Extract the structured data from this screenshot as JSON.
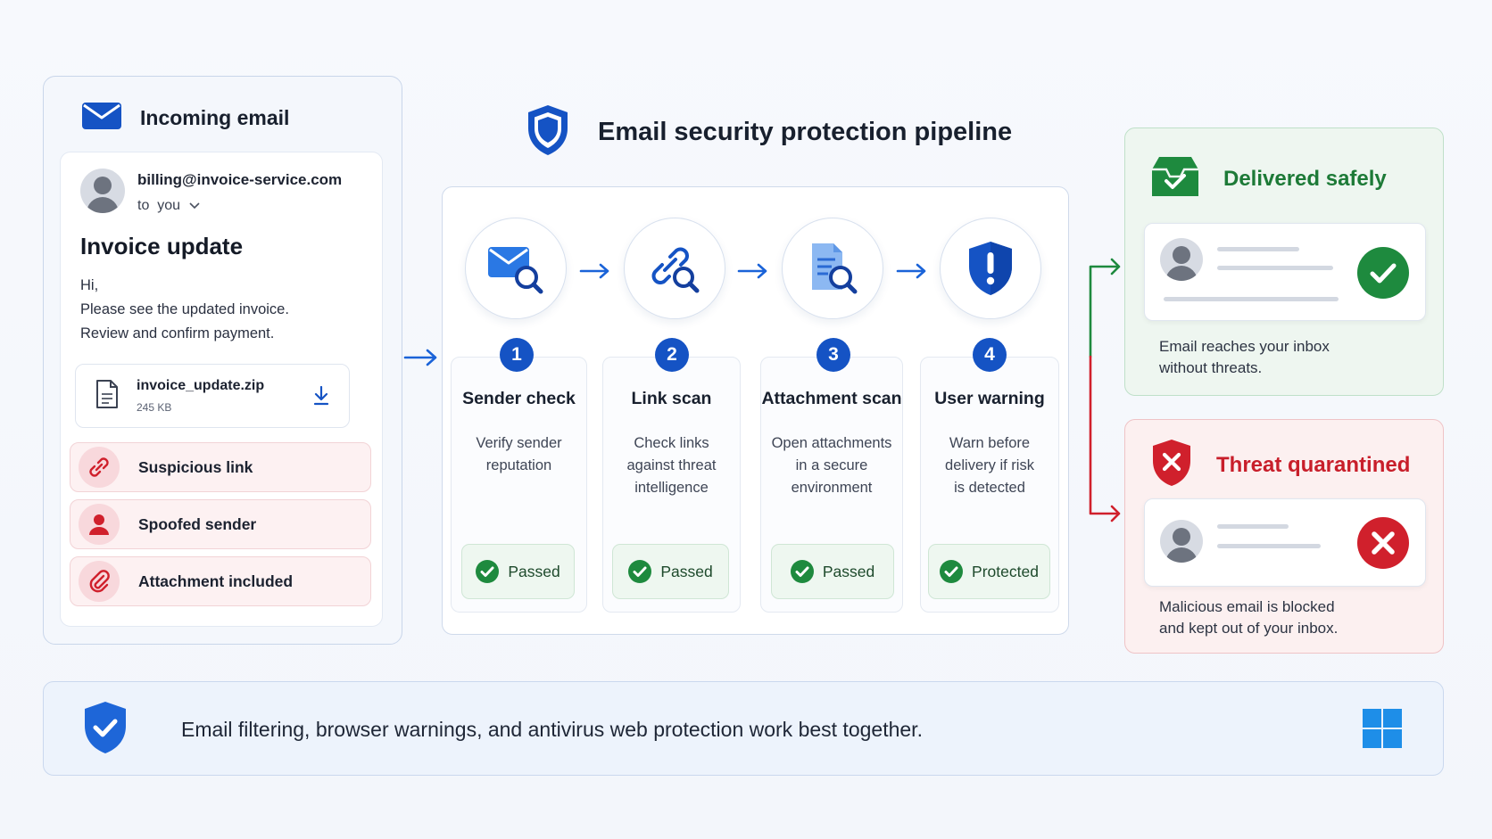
{
  "email": {
    "header": "Incoming email",
    "sender": "billing@invoice-service.com",
    "recipient": "to  you",
    "subject": "Invoice update",
    "body": [
      "Hi,",
      "Please see the updated invoice.",
      "Review and confirm payment."
    ],
    "attachment": {
      "name": "invoice_update.zip",
      "size": "245 KB"
    },
    "warnings": [
      {
        "label": "Suspicious link",
        "icon": "broken-link-icon"
      },
      {
        "label": "Spoofed sender",
        "icon": "person-icon"
      },
      {
        "label": "Attachment included",
        "icon": "paperclip-icon"
      }
    ]
  },
  "pipeline": {
    "title": "Email security protection pipeline",
    "steps": [
      {
        "number": "1",
        "title": "Sender check",
        "desc": [
          "Verify sender",
          "reputation"
        ],
        "status": "Passed",
        "icon": "mail-search-icon"
      },
      {
        "number": "2",
        "title": "Link scan",
        "desc": [
          "Check links",
          "against threat",
          "intelligence"
        ],
        "status": "Passed",
        "icon": "link-search-icon"
      },
      {
        "number": "3",
        "title": "Attachment scan",
        "desc": [
          "Open attachments",
          "in a secure",
          "environment"
        ],
        "status": "Passed",
        "icon": "document-search-icon"
      },
      {
        "number": "4",
        "title": "User warning",
        "desc": [
          "Warn before",
          "delivery if risk",
          "is detected"
        ],
        "status": "Protected",
        "icon": "shield-alert-icon"
      }
    ]
  },
  "outcomes": {
    "safe": {
      "title": "Delivered safely",
      "desc": [
        "Email reaches your inbox",
        "without threats."
      ]
    },
    "threat": {
      "title": "Threat quarantined",
      "desc": [
        "Malicious email is blocked",
        "and kept out of your inbox."
      ]
    }
  },
  "banner": {
    "text": "Email filtering, browser warnings, and antivirus web protection work best together."
  },
  "colors": {
    "accent": "#1553c4",
    "success": "#1e8a3e",
    "danger": "#d0202c"
  }
}
